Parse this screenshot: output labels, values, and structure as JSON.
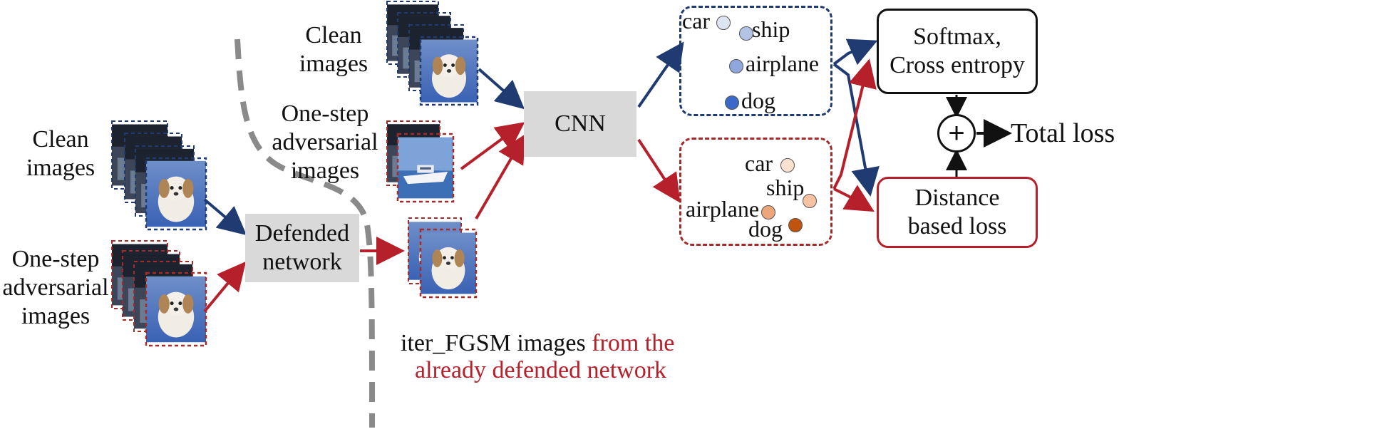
{
  "left": {
    "clean_images": "Clean\nimages",
    "one_step_images": "One-step\nadversarial\nimages"
  },
  "defended_network": "Defended\nnetwork",
  "middle": {
    "clean_images": "Clean\nimages",
    "one_step_images": "One-step\nadversarial\nimages",
    "iter_fgsm_black": "iter_FGSM images",
    "iter_fgsm_red_1": "from the",
    "iter_fgsm_red_2": "already defended network"
  },
  "cnn": "CNN",
  "blue_embedding": {
    "car": "car",
    "ship": "ship",
    "airplane": "airplane",
    "dog": "dog"
  },
  "red_embedding": {
    "car": "car",
    "ship": "ship",
    "airplane": "airplane",
    "dog": "dog"
  },
  "softmax_box": "Softmax,\nCross entropy",
  "distance_box": "Distance\nbased loss",
  "plus_symbol": "+",
  "total_loss": "Total loss",
  "colors": {
    "blue_arrow": "#1f3b72",
    "red_arrow": "#b5202a",
    "grey_box": "#d9d9d9",
    "blue_dots": [
      "#dde4f2",
      "#b3c3e6",
      "#8fa7dd",
      "#3c69c9"
    ],
    "orange_dots": [
      "#fbe2d0",
      "#f6c2a2",
      "#eda57b",
      "#c0540f"
    ]
  }
}
